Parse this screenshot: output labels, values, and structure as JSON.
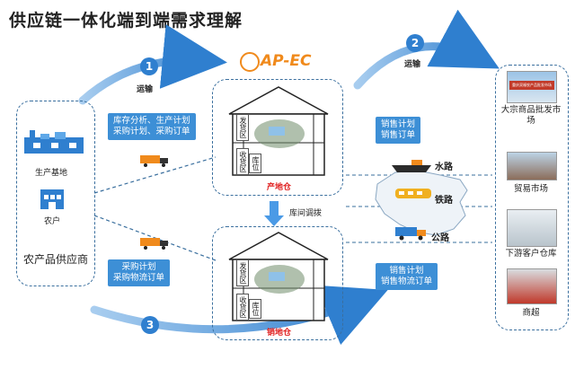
{
  "title": "供应链一体化端到端需求理解",
  "logo": {
    "text": "AP-EC",
    "color": "#f08a1c"
  },
  "supplier": {
    "base_label": "生产基地",
    "farmer_label": "农户",
    "name": "农产品供应商"
  },
  "steps": [
    {
      "num": "1",
      "label": "运输"
    },
    {
      "num": "2",
      "label": "运输"
    },
    {
      "num": "3",
      "label": ""
    }
  ],
  "labels": {
    "top_left": [
      "库存分析、生产计划",
      "采购计划、采购订单"
    ],
    "bottom_left": [
      "采购计划",
      "采购物流订单"
    ],
    "top_right": [
      "销售计划",
      "销售订单"
    ],
    "bottom_right": [
      "销售计划",
      "销售物流订单"
    ]
  },
  "warehouses": {
    "origin": {
      "name": "产地仓",
      "zone_ship": "发货区",
      "zone_recv": "收货区",
      "zone_store": "库位"
    },
    "sales": {
      "name": "销地仓",
      "zone_ship": "发货区",
      "zone_recv": "收货区",
      "zone_store": "库位"
    },
    "transfer_label": "库间调拨"
  },
  "transport": {
    "water": "水路",
    "rail": "铁路",
    "road": "公路"
  },
  "markets": [
    {
      "name": "大宗商品批发市场",
      "sign": "重庆双福农产品批发市场"
    },
    {
      "name": "贸易市场"
    },
    {
      "name": "下游客户仓库"
    },
    {
      "name": "商超"
    }
  ],
  "colors": {
    "accent": "#2f7fcf",
    "label_bg": "#3d8fd6",
    "dash": "#3a6f9e",
    "red": "#e02020"
  }
}
